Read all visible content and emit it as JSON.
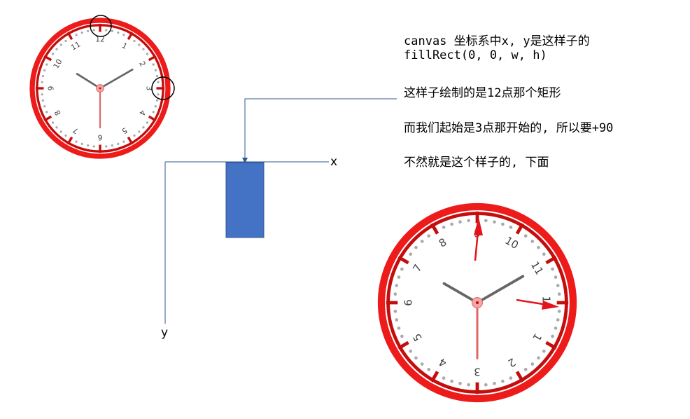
{
  "notes": {
    "line1": "canvas 坐标系中x, y是这样子的",
    "line2": "fillRect(0, 0, w, h)",
    "line3": "这样子绘制的是12点那个矩形",
    "line4": "而我们起始是3点那开始的, 所以要+90",
    "line5": "不然就是这个样子的, 下面"
  },
  "axes": {
    "x_label": "x",
    "y_label": "y"
  },
  "clock_top": {
    "numbers": [
      "12",
      "1",
      "2",
      "3",
      "4",
      "5",
      "6",
      "7",
      "8",
      "9",
      "10",
      "11"
    ],
    "hour_angle_deg": 302,
    "minute_angle_deg": 60,
    "second_angle_deg": 180
  },
  "clock_bottom": {
    "numbers": [
      "12",
      "1",
      "2",
      "3",
      "4",
      "5",
      "6",
      "7",
      "8",
      "9",
      "10",
      "11"
    ],
    "rotation_deg": 90,
    "hour_angle_deg": 300,
    "minute_angle_deg": 60,
    "second_angle_deg": 180
  },
  "colors": {
    "ring_outer": "#ee1b1b",
    "ring_inner": "#c40d0d",
    "rect": "#4472c4",
    "axis": "#2f5597",
    "second_hand": "#e06666",
    "hour_minute_hand": "#666666",
    "arrow": "#e3141c",
    "dots": "#aaaaaa"
  }
}
